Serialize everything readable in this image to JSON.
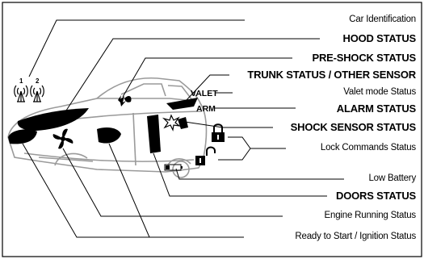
{
  "labels": {
    "car_id": "Car Identification",
    "hood": "HOOD STATUS",
    "preshock": "PRE-SHOCK STATUS",
    "trunk": "TRUNK STATUS / OTHER SENSOR",
    "valet_mode": "Valet mode Status",
    "alarm": "ALARM STATUS",
    "shock": "SHOCK SENSOR STATUS",
    "lock_cmd": "Lock Commands Status",
    "low_battery": "Low Battery",
    "doors": "DOORS STATUS",
    "engine": "Engine Running Status",
    "ready": "Ready to Start /  Ignition Status"
  },
  "tags": {
    "valet": "VALET",
    "arm": "ARM"
  },
  "car_numbers": {
    "one": "1",
    "two": "2"
  },
  "icons": [
    "antenna-icon",
    "car-icon",
    "pre-shock-icon",
    "shock-icon",
    "lock-icon",
    "unlock-icon",
    "battery-icon",
    "fan-icon"
  ]
}
